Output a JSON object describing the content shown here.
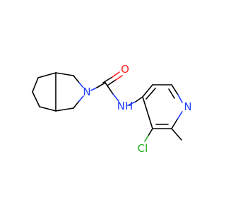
{
  "colors": {
    "background": "#ffffff",
    "carbon_bond": "#000000",
    "nitrogen": "#1f3cff",
    "oxygen": "#ff1f1f",
    "chlorine": "#1fae1f"
  },
  "atoms": {
    "oxygen": "O",
    "ring_nitrogen": "N",
    "amide_nh": "NH",
    "pyridine_nitrogen": "N",
    "chlorine": "Cl"
  }
}
